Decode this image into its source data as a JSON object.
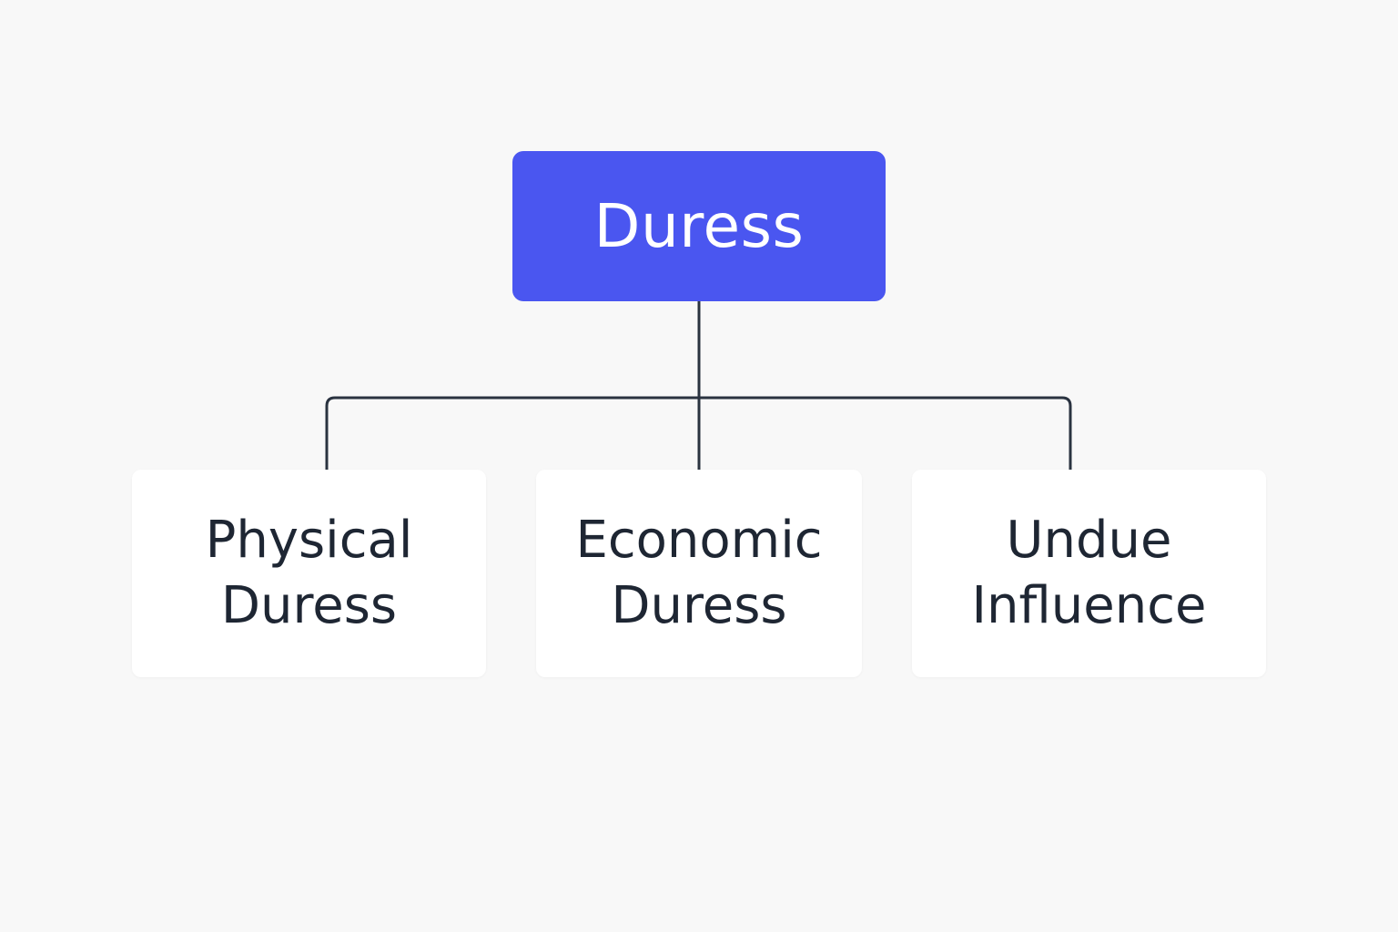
{
  "colors": {
    "background": "#f8f8f8",
    "root_fill": "#4a56f0",
    "root_text": "#ffffff",
    "child_fill": "#ffffff",
    "child_text": "#1e2633",
    "connector": "#2a3340"
  },
  "root": {
    "label": "Duress"
  },
  "children": [
    {
      "label": "Physical\nDuress"
    },
    {
      "label": "Economic\nDuress"
    },
    {
      "label": "Undue\nInfluence"
    }
  ]
}
